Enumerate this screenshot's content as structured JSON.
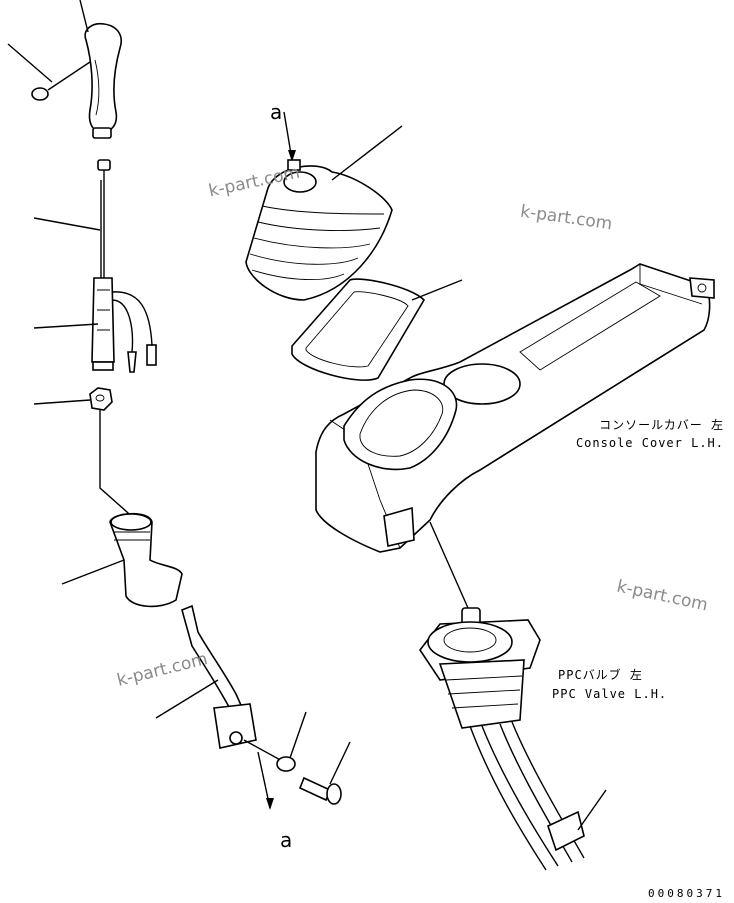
{
  "labels": {
    "console_jp": "コンソールカバー 左",
    "console_en": "Console Cover L.H.",
    "ppc_jp": "PPCバルブ 左",
    "ppc_en": "PPC Valve L.H."
  },
  "reference_marks": {
    "top": "a",
    "bottom": "a"
  },
  "watermarks": [
    "k-part.com",
    "k-part.com",
    "k-part.com",
    "k-part.com"
  ],
  "drawing_number": "00080371"
}
